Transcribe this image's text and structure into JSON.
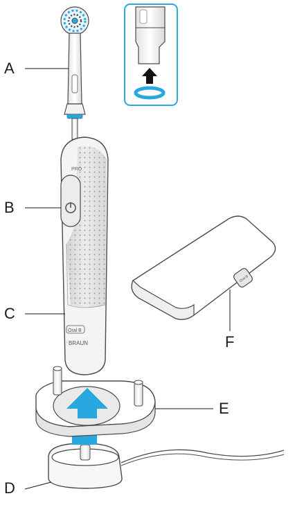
{
  "callouts": {
    "a": "A",
    "b": "B",
    "c": "C",
    "d": "D",
    "e": "E",
    "f": "F"
  },
  "colors": {
    "accent": "#29a8e0",
    "outline": "#4a4a4a",
    "body_gray": "#d7d7d7",
    "light": "#f5f5f5"
  }
}
